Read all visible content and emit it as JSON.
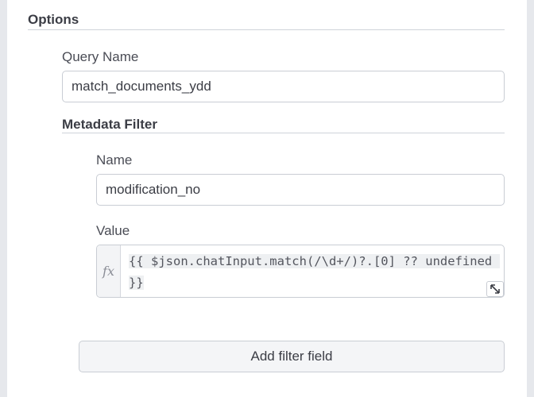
{
  "options": {
    "title": "Options",
    "query_name": {
      "label": "Query Name",
      "value": "match_documents_ydd"
    },
    "metadata_filter": {
      "title": "Metadata Filter",
      "name": {
        "label": "Name",
        "value": "modification_no"
      },
      "value": {
        "label": "Value",
        "fx_symbol": "fx",
        "expression": "{{ $json.chatInput.match(/\\d+/)?.[0] ?? undefined }}"
      },
      "expand_icon": "expand-icon"
    },
    "add_filter_button": "Add filter field"
  }
}
